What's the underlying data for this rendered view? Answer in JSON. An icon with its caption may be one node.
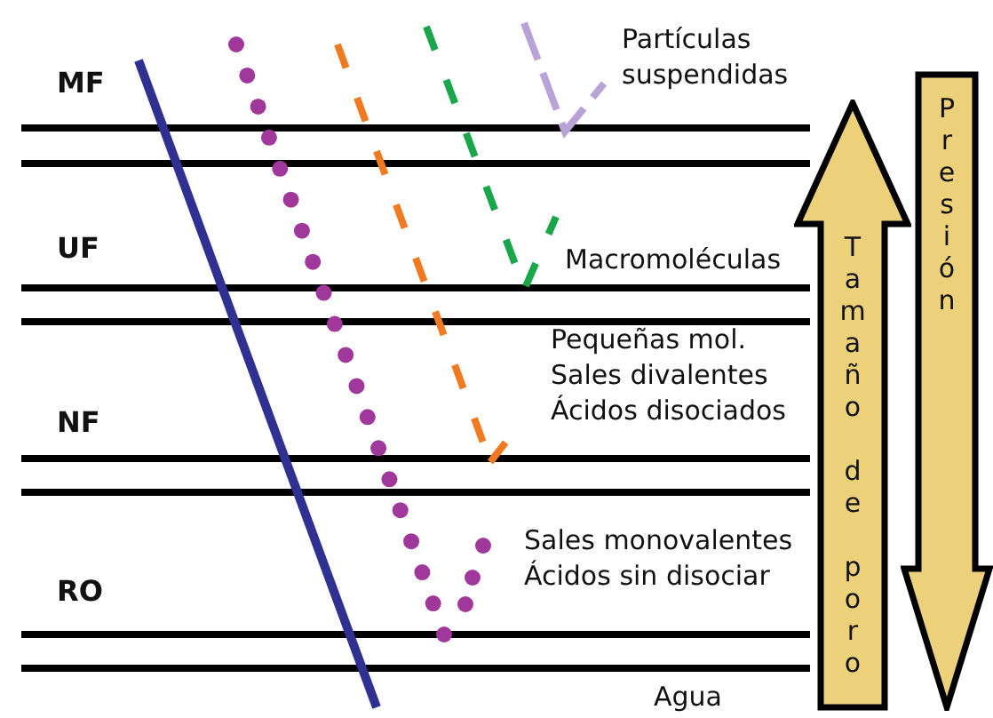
{
  "diagram": {
    "nodes": [
      {
        "text": [
          "Tamaño de poro"
        ]
      },
      {
        "text": [
          "Presión"
        ]
      }
    ],
    "labels": [
      "Partículas suspendidas",
      "MF",
      "UF",
      "Macromoléculas",
      "Pequeñas mol. Sales divalentes Ácidos disociados",
      "NF",
      "Sales monovalentes Ácidos sin disociar",
      "RO",
      "Agua"
    ]
  }
}
